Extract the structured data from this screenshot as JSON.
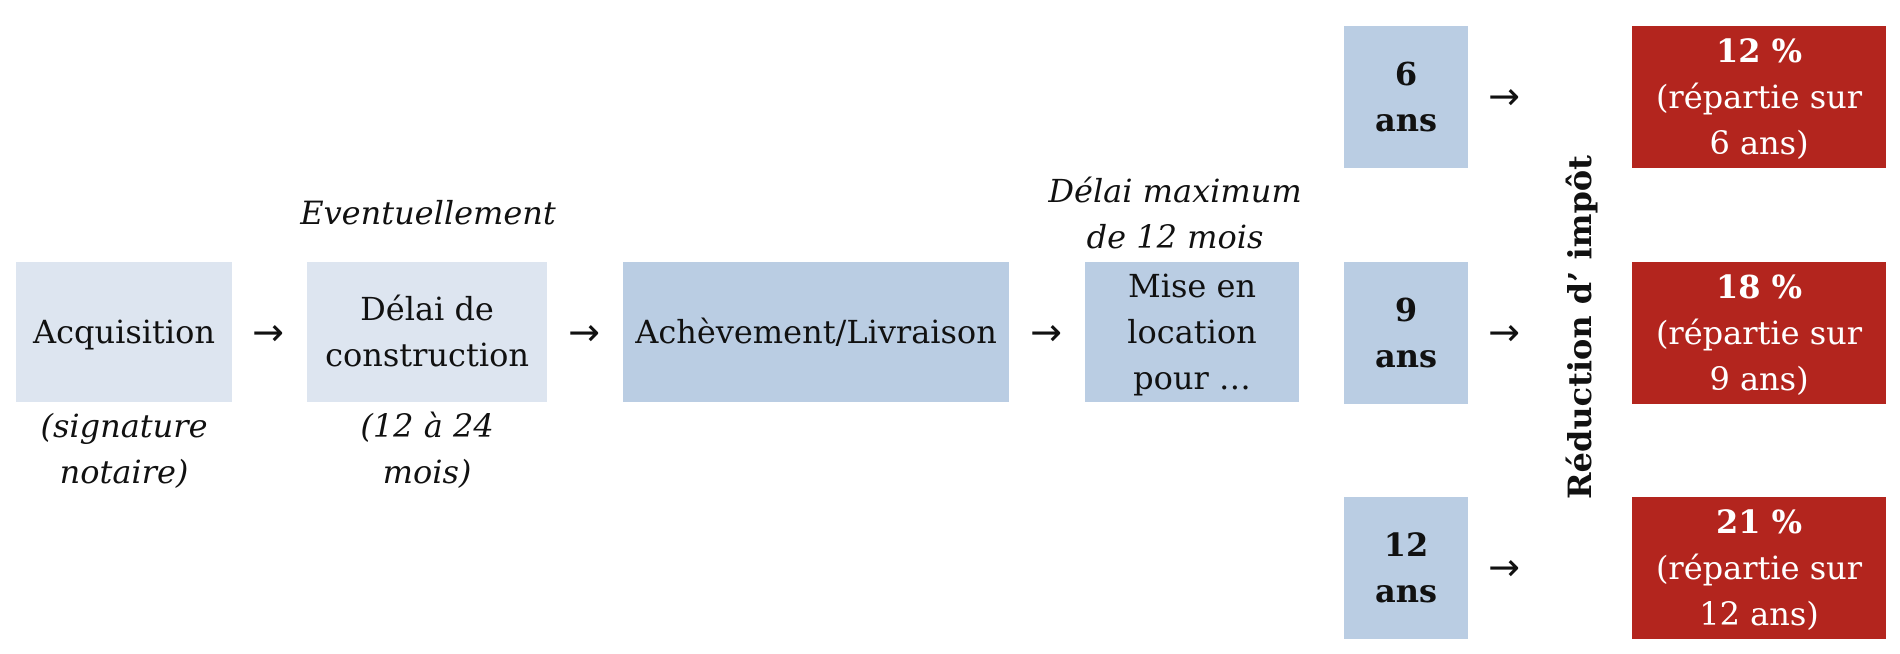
{
  "steps": {
    "acquisition": {
      "label": "Acquisition",
      "note_line1": "(signature",
      "note_line2": "notaire)"
    },
    "construction": {
      "top_note": "Eventuellement",
      "label_line1": "Délai de",
      "label_line2": "construction",
      "note_line1": "(12 à 24",
      "note_line2": "mois)"
    },
    "achevement": {
      "label": "Achèvement/Livraison"
    },
    "location": {
      "top_note_line1": "Délai maximum",
      "top_note_line2": "de 12 mois",
      "label_line1": "Mise en",
      "label_line2": "location",
      "label_line3": "pour …"
    }
  },
  "arrow": "→",
  "durations": [
    {
      "line1": "6",
      "line2": "ans"
    },
    {
      "line1": "9",
      "line2": "ans"
    },
    {
      "line1": "12",
      "line2": "ans"
    }
  ],
  "reductions": [
    {
      "pct": "12 %",
      "line2": "(répartie sur",
      "line3": "6 ans)"
    },
    {
      "pct": "18 %",
      "line2": "(répartie sur",
      "line3": "9 ans)"
    },
    {
      "pct": "21 %",
      "line2": "(répartie sur",
      "line3": "12 ans)"
    }
  ],
  "vertical_label": "Réduction d’ impôt",
  "colors": {
    "light_box": "#dde5f0",
    "mid_box": "#bacde3",
    "red_box": "#b3251e"
  }
}
